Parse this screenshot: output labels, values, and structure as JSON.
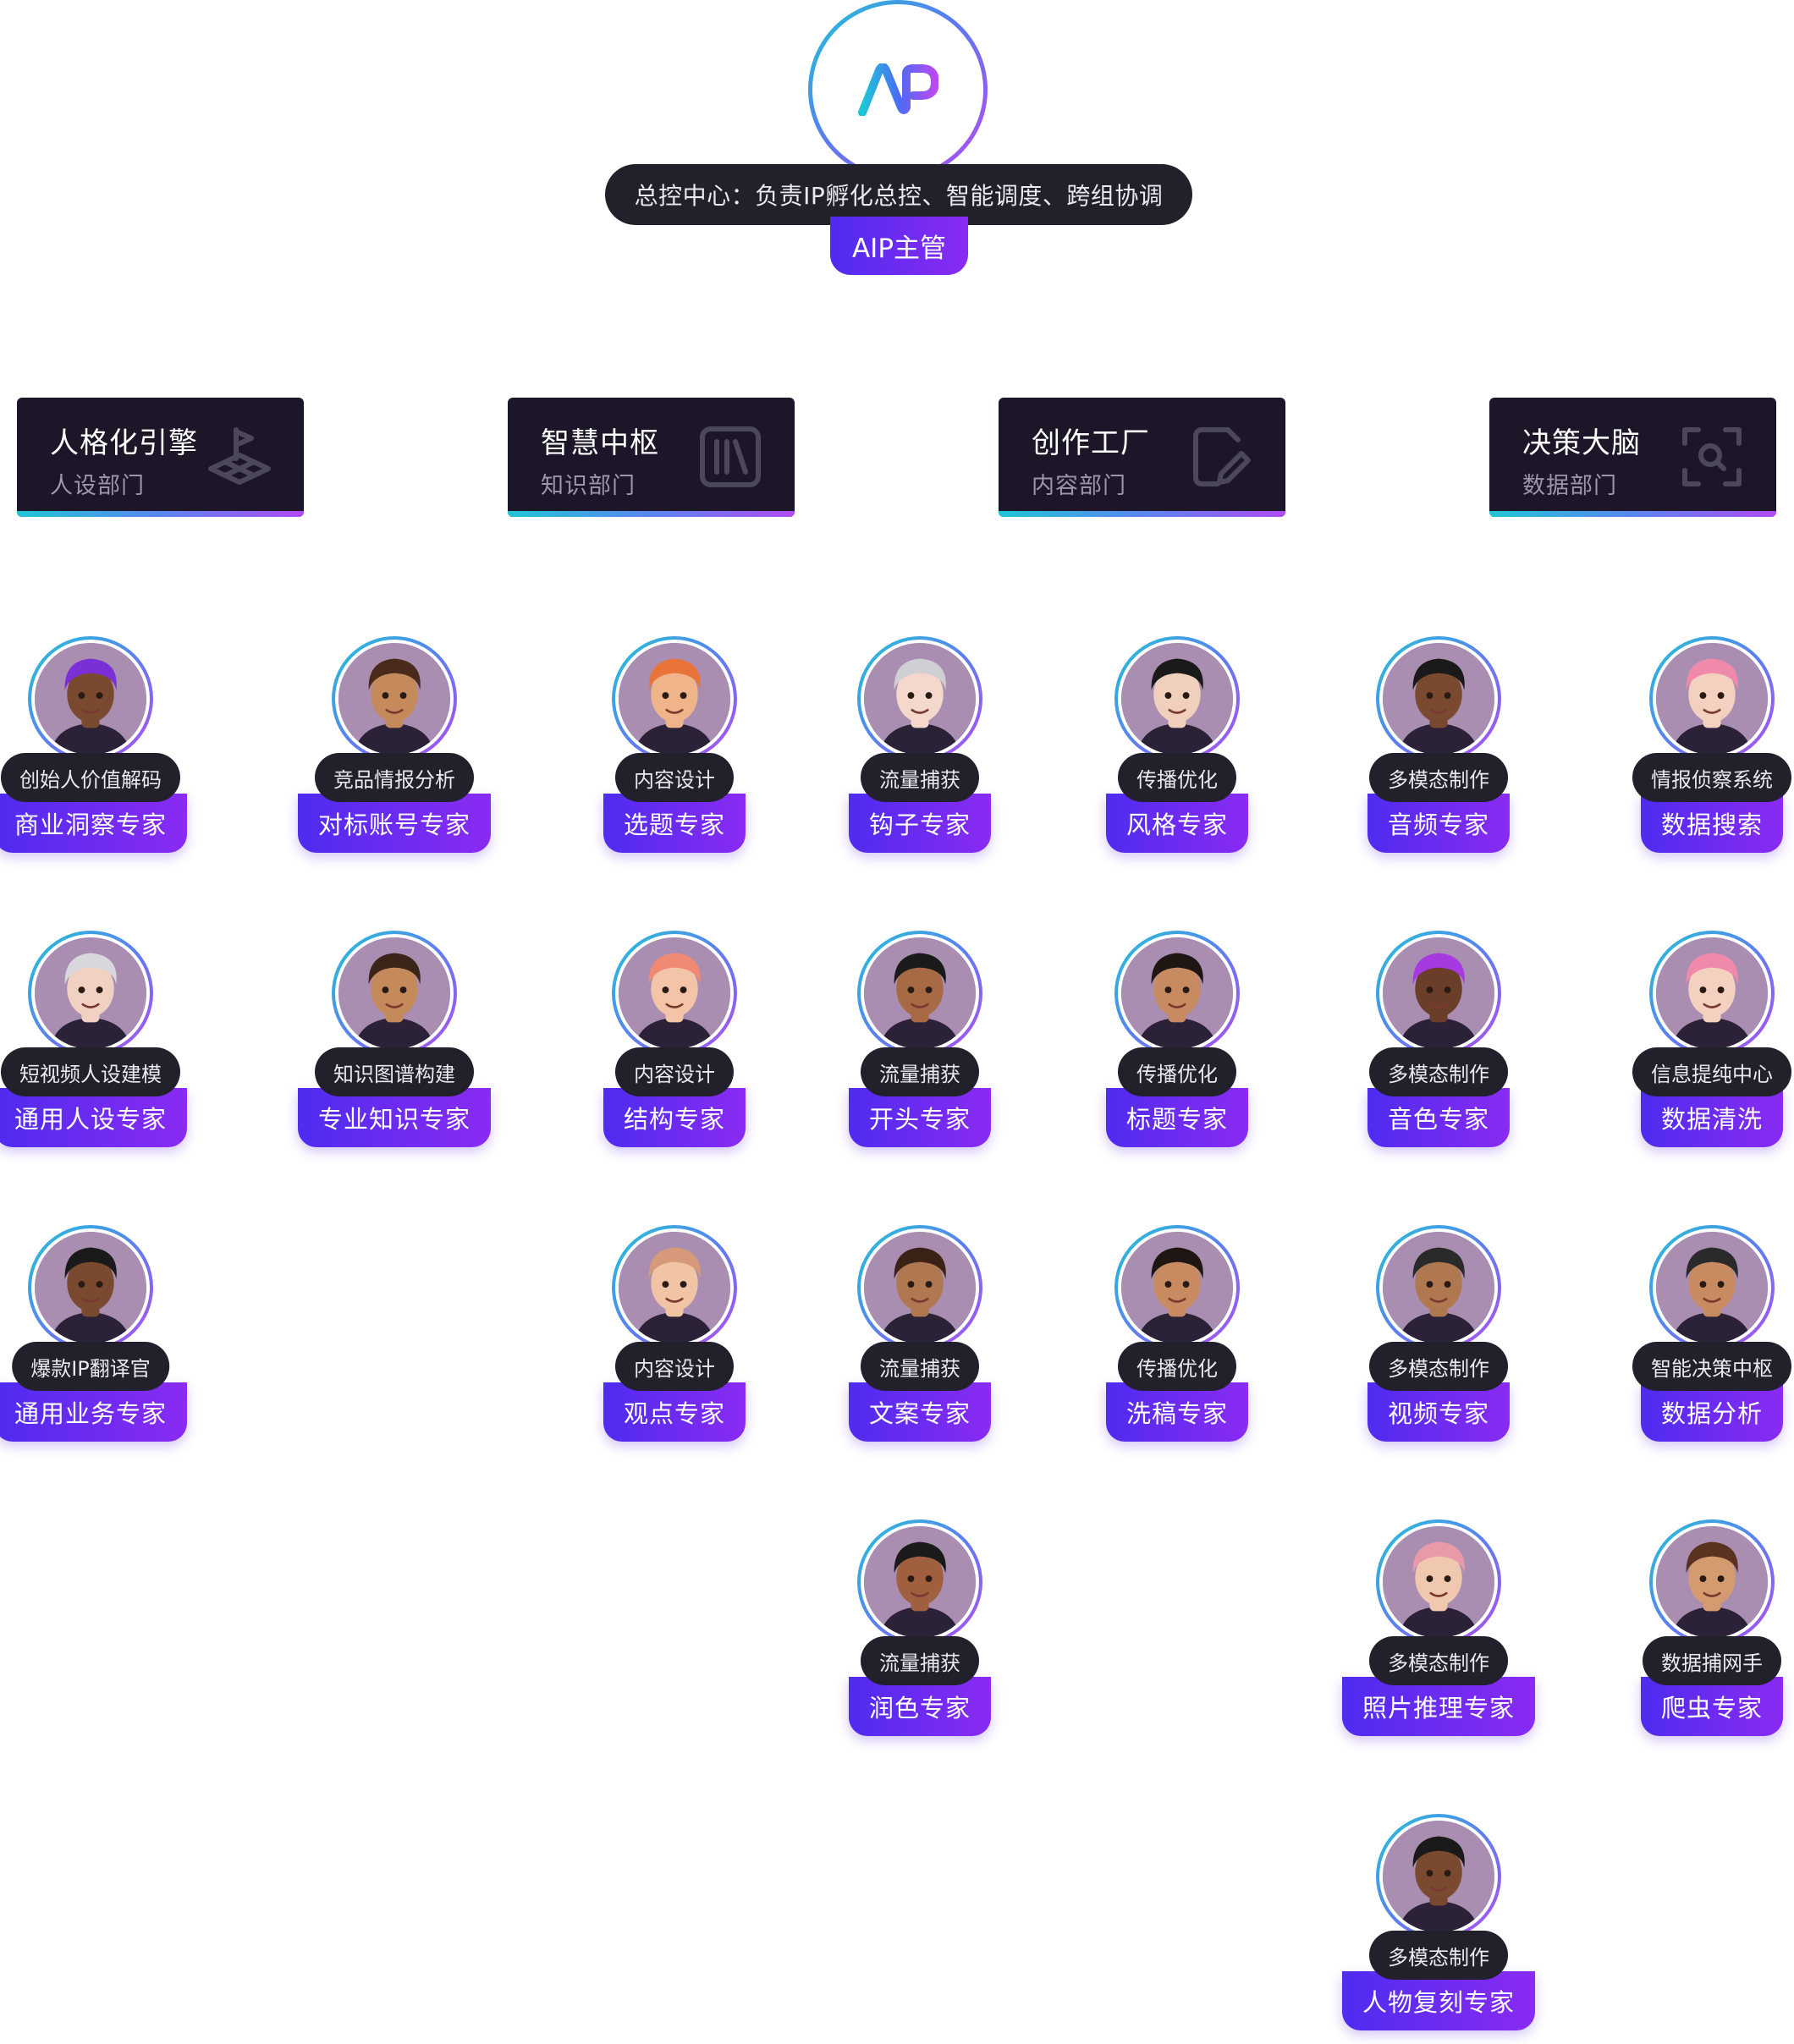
{
  "hub": {
    "logo_text": "AP",
    "description": "总控中心：负责IP孵化总控、智能调度、跨组协调",
    "role": "AIP主管"
  },
  "departments": [
    {
      "title": "人格化引擎",
      "subtitle": "人设部门",
      "icon": "chess-piece-icon"
    },
    {
      "title": "智慧中枢",
      "subtitle": "知识部门",
      "icon": "library-books-icon"
    },
    {
      "title": "创作工厂",
      "subtitle": "内容部门",
      "icon": "document-edit-icon"
    },
    {
      "title": "决策大脑",
      "subtitle": "数据部门",
      "icon": "scan-search-icon"
    }
  ],
  "columns": [
    {
      "agents": [
        {
          "tag": "创始人价值解码",
          "role": "商业洞察专家",
          "hair": "#7b2fd6",
          "skin": "#7a4a30"
        },
        {
          "tag": "短视频人设建模",
          "role": "通用人设专家",
          "hair": "#d8d8dc",
          "skin": "#f1d2c2"
        },
        {
          "tag": "爆款IP翻译官",
          "role": "通用业务专家",
          "hair": "#1a1a1a",
          "skin": "#7a4a30"
        }
      ]
    },
    {
      "agents": [
        {
          "tag": "竞品情报分析",
          "role": "对标账号专家",
          "hair": "#4a2a1a",
          "skin": "#c48a5c"
        },
        {
          "tag": "知识图谱构建",
          "role": "专业知识专家",
          "hair": "#3a2518",
          "skin": "#c48a5c"
        }
      ]
    },
    {
      "agents": [
        {
          "tag": "内容设计",
          "role": "选题专家",
          "hair": "#e8743a",
          "skin": "#f0b48a"
        },
        {
          "tag": "内容设计",
          "role": "结构专家",
          "hair": "#f08a74",
          "skin": "#f4c4a8"
        },
        {
          "tag": "内容设计",
          "role": "观点专家",
          "hair": "#d69a7a",
          "skin": "#f0c4a4"
        }
      ]
    },
    {
      "agents": [
        {
          "tag": "流量捕获",
          "role": "钩子专家",
          "hair": "#cfcfd4",
          "skin": "#f4d8cc"
        },
        {
          "tag": "流量捕获",
          "role": "开头专家",
          "hair": "#1a1a1a",
          "skin": "#a86a44"
        },
        {
          "tag": "流量捕获",
          "role": "文案专家",
          "hair": "#3a2216",
          "skin": "#b07850"
        },
        {
          "tag": "流量捕获",
          "role": "润色专家",
          "hair": "#1a1a1a",
          "skin": "#a06040"
        }
      ]
    },
    {
      "agents": [
        {
          "tag": "传播优化",
          "role": "风格专家",
          "hair": "#1a1a1a",
          "skin": "#f0d0bc"
        },
        {
          "tag": "传播优化",
          "role": "标题专家",
          "hair": "#1e1612",
          "skin": "#c88a60"
        },
        {
          "tag": "传播优化",
          "role": "洗稿专家",
          "hair": "#1e1612",
          "skin": "#c88a60"
        }
      ]
    },
    {
      "agents": [
        {
          "tag": "多模态制作",
          "role": "音频专家",
          "hair": "#1a1a1a",
          "skin": "#7a4a30"
        },
        {
          "tag": "多模态制作",
          "role": "音色专家",
          "hair": "#a63ae0",
          "skin": "#6a3e28"
        },
        {
          "tag": "多模态制作",
          "role": "视频专家",
          "hair": "#2a2a2a",
          "skin": "#b07850"
        },
        {
          "tag": "多模态制作",
          "role": "照片推理专家",
          "hair": "#e89aa8",
          "skin": "#f0c8b0"
        },
        {
          "tag": "多模态制作",
          "role": "人物复刻专家",
          "hair": "#1a1a1a",
          "skin": "#7a4a30"
        }
      ]
    },
    {
      "agents": [
        {
          "tag": "情报侦察系统",
          "role": "数据搜索",
          "hair": "#f08aaa",
          "skin": "#f4d0c0"
        },
        {
          "tag": "信息提纯中心",
          "role": "数据清洗",
          "hair": "#f08aaa",
          "skin": "#f4d0c0"
        },
        {
          "tag": "智能决策中枢",
          "role": "数据分析",
          "hair": "#2a2a2a",
          "skin": "#c88a60"
        },
        {
          "tag": "数据捕网手",
          "role": "爬虫专家",
          "hair": "#5a3220",
          "skin": "#d49a70"
        }
      ]
    }
  ],
  "colors": {
    "accent_start": "#4f2bf0",
    "accent_end": "#8a2bf2",
    "dark_pill": "#22212b",
    "dept_card": "#1d1629",
    "ring_start": "#20c6d4",
    "ring_end": "#b44bf2",
    "avatar_bg": "#a98eb1"
  }
}
